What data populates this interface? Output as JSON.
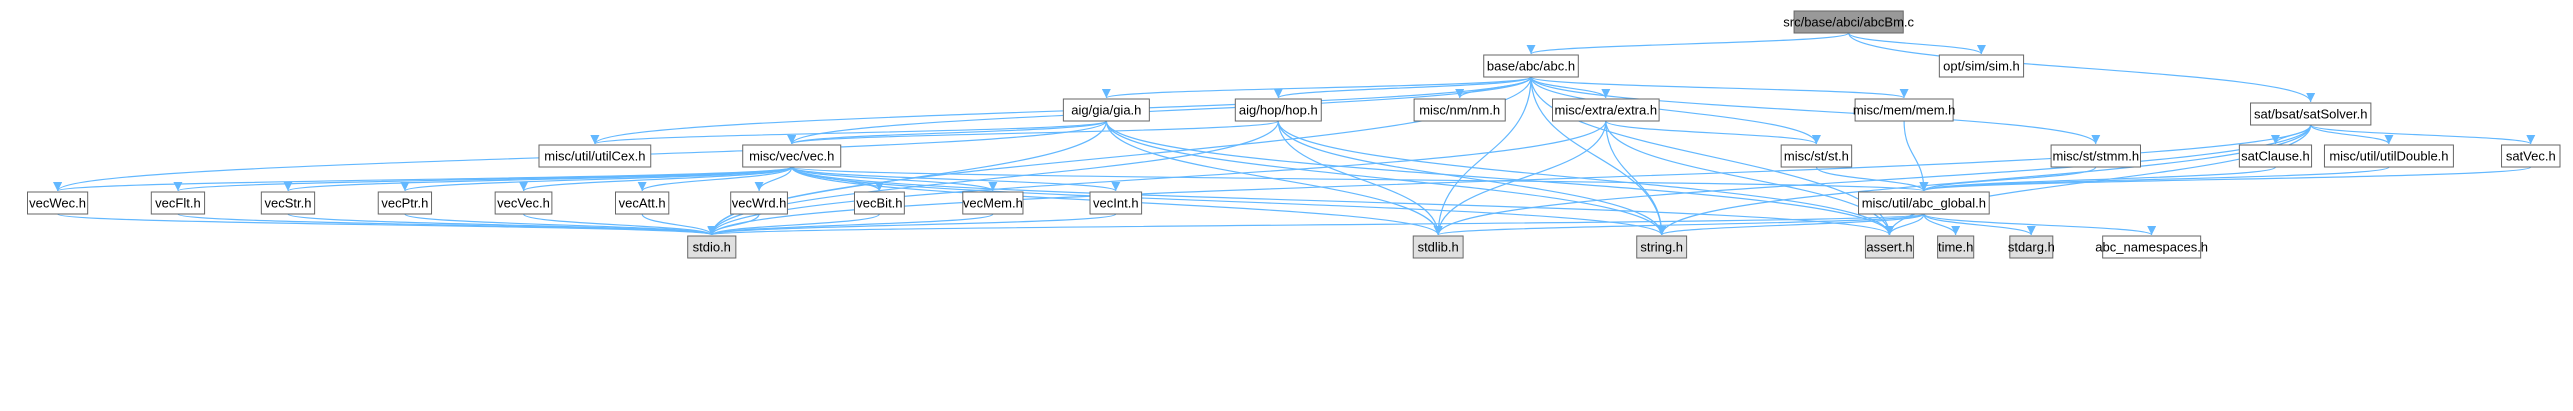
{
  "diagram": {
    "title": "src/base/abci/abcBm.c",
    "colors": {
      "edge": "#63b8ff",
      "node_fill": "#ffffff",
      "root_fill": "#999999",
      "system_fill": "#e0e0e0",
      "node_border": "#666666"
    },
    "nodes": [
      {
        "id": "abcBm",
        "label": "src/base/abci/abcBm.c",
        "kind": "root"
      },
      {
        "id": "abc",
        "label": "base/abc/abc.h",
        "kind": "header"
      },
      {
        "id": "sim",
        "label": "opt/sim/sim.h",
        "kind": "header"
      },
      {
        "id": "satSolver",
        "label": "sat/bsat/satSolver.h",
        "kind": "header"
      },
      {
        "id": "utilCex",
        "label": "misc/util/utilCex.h",
        "kind": "header"
      },
      {
        "id": "gia",
        "label": "aig/gia/gia.h",
        "kind": "header"
      },
      {
        "id": "hop",
        "label": "aig/hop/hop.h",
        "kind": "header"
      },
      {
        "id": "nm",
        "label": "misc/nm/nm.h",
        "kind": "header"
      },
      {
        "id": "extra",
        "label": "misc/extra/extra.h",
        "kind": "header"
      },
      {
        "id": "mem",
        "label": "misc/mem/mem.h",
        "kind": "header"
      },
      {
        "id": "vec",
        "label": "misc/vec/vec.h",
        "kind": "header"
      },
      {
        "id": "st",
        "label": "misc/st/st.h",
        "kind": "header"
      },
      {
        "id": "stmm",
        "label": "misc/st/stmm.h",
        "kind": "header"
      },
      {
        "id": "satClause",
        "label": "satClause.h",
        "kind": "header"
      },
      {
        "id": "utilDouble",
        "label": "misc/util/utilDouble.h",
        "kind": "header"
      },
      {
        "id": "satVec",
        "label": "satVec.h",
        "kind": "header"
      },
      {
        "id": "vecWec",
        "label": "vecWec.h",
        "kind": "header"
      },
      {
        "id": "vecFlt",
        "label": "vecFlt.h",
        "kind": "header"
      },
      {
        "id": "vecStr",
        "label": "vecStr.h",
        "kind": "header"
      },
      {
        "id": "vecPtr",
        "label": "vecPtr.h",
        "kind": "header"
      },
      {
        "id": "vecVec",
        "label": "vecVec.h",
        "kind": "header"
      },
      {
        "id": "vecAtt",
        "label": "vecAtt.h",
        "kind": "header"
      },
      {
        "id": "vecWrd",
        "label": "vecWrd.h",
        "kind": "header"
      },
      {
        "id": "vecBit",
        "label": "vecBit.h",
        "kind": "header"
      },
      {
        "id": "vecMem",
        "label": "vecMem.h",
        "kind": "header"
      },
      {
        "id": "vecInt",
        "label": "vecInt.h",
        "kind": "header"
      },
      {
        "id": "abc_global",
        "label": "misc/util/abc_global.h",
        "kind": "header"
      },
      {
        "id": "stdio",
        "label": "stdio.h",
        "kind": "system"
      },
      {
        "id": "stdlib",
        "label": "stdlib.h",
        "kind": "system"
      },
      {
        "id": "string",
        "label": "string.h",
        "kind": "system"
      },
      {
        "id": "assert",
        "label": "assert.h",
        "kind": "system"
      },
      {
        "id": "time",
        "label": "time.h",
        "kind": "system"
      },
      {
        "id": "stdarg",
        "label": "stdarg.h",
        "kind": "system"
      },
      {
        "id": "abc_namespaces",
        "label": "abc_namespaces.h",
        "kind": "header"
      }
    ],
    "edges": [
      [
        "abcBm",
        "abc"
      ],
      [
        "abcBm",
        "sim"
      ],
      [
        "abcBm",
        "satSolver"
      ],
      [
        "abc",
        "stdio"
      ],
      [
        "abc",
        "stdlib"
      ],
      [
        "abc",
        "string"
      ],
      [
        "abc",
        "utilCex"
      ],
      [
        "abc",
        "gia"
      ],
      [
        "abc",
        "hop"
      ],
      [
        "abc",
        "nm"
      ],
      [
        "abc",
        "extra"
      ],
      [
        "abc",
        "mem"
      ],
      [
        "abc",
        "vec"
      ],
      [
        "abc",
        "st"
      ],
      [
        "abc",
        "stmm"
      ],
      [
        "abc",
        "assert"
      ],
      [
        "gia",
        "utilCex"
      ],
      [
        "gia",
        "vec"
      ],
      [
        "gia",
        "vecWec"
      ],
      [
        "gia",
        "stdio"
      ],
      [
        "gia",
        "stdlib"
      ],
      [
        "gia",
        "string"
      ],
      [
        "gia",
        "assert"
      ],
      [
        "hop",
        "vec"
      ],
      [
        "hop",
        "stdio"
      ],
      [
        "hop",
        "stdlib"
      ],
      [
        "hop",
        "string"
      ],
      [
        "hop",
        "assert"
      ],
      [
        "extra",
        "stdio"
      ],
      [
        "extra",
        "stdlib"
      ],
      [
        "extra",
        "string"
      ],
      [
        "extra",
        "assert"
      ],
      [
        "extra",
        "st"
      ],
      [
        "mem",
        "abc_global"
      ],
      [
        "st",
        "abc_global"
      ],
      [
        "stmm",
        "abc_global"
      ],
      [
        "vec",
        "vecWec"
      ],
      [
        "vec",
        "vecFlt"
      ],
      [
        "vec",
        "vecStr"
      ],
      [
        "vec",
        "vecPtr"
      ],
      [
        "vec",
        "vecVec"
      ],
      [
        "vec",
        "vecAtt"
      ],
      [
        "vec",
        "vecWrd"
      ],
      [
        "vec",
        "vecBit"
      ],
      [
        "vec",
        "vecMem"
      ],
      [
        "vec",
        "vecInt"
      ],
      [
        "vec",
        "abc_global"
      ],
      [
        "vec",
        "stdlib"
      ],
      [
        "vec",
        "string"
      ],
      [
        "vec",
        "assert"
      ],
      [
        "vecWec",
        "stdio"
      ],
      [
        "vecFlt",
        "stdio"
      ],
      [
        "vecStr",
        "stdio"
      ],
      [
        "vecPtr",
        "stdio"
      ],
      [
        "vecVec",
        "stdio"
      ],
      [
        "vecAtt",
        "stdio"
      ],
      [
        "vecWrd",
        "stdio"
      ],
      [
        "vecBit",
        "stdio"
      ],
      [
        "vecMem",
        "stdio"
      ],
      [
        "vecInt",
        "stdio"
      ],
      [
        "satSolver",
        "satClause"
      ],
      [
        "satSolver",
        "utilDouble"
      ],
      [
        "satSolver",
        "satVec"
      ],
      [
        "satSolver",
        "stdio"
      ],
      [
        "satSolver",
        "stdlib"
      ],
      [
        "satSolver",
        "string"
      ],
      [
        "satSolver",
        "assert"
      ],
      [
        "satClause",
        "abc_global"
      ],
      [
        "utilDouble",
        "abc_global"
      ],
      [
        "satVec",
        "abc_global"
      ],
      [
        "abc_global",
        "stdio"
      ],
      [
        "abc_global",
        "stdlib"
      ],
      [
        "abc_global",
        "string"
      ],
      [
        "abc_global",
        "assert"
      ],
      [
        "abc_global",
        "time"
      ],
      [
        "abc_global",
        "stdarg"
      ],
      [
        "abc_global",
        "abc_namespaces"
      ]
    ]
  }
}
